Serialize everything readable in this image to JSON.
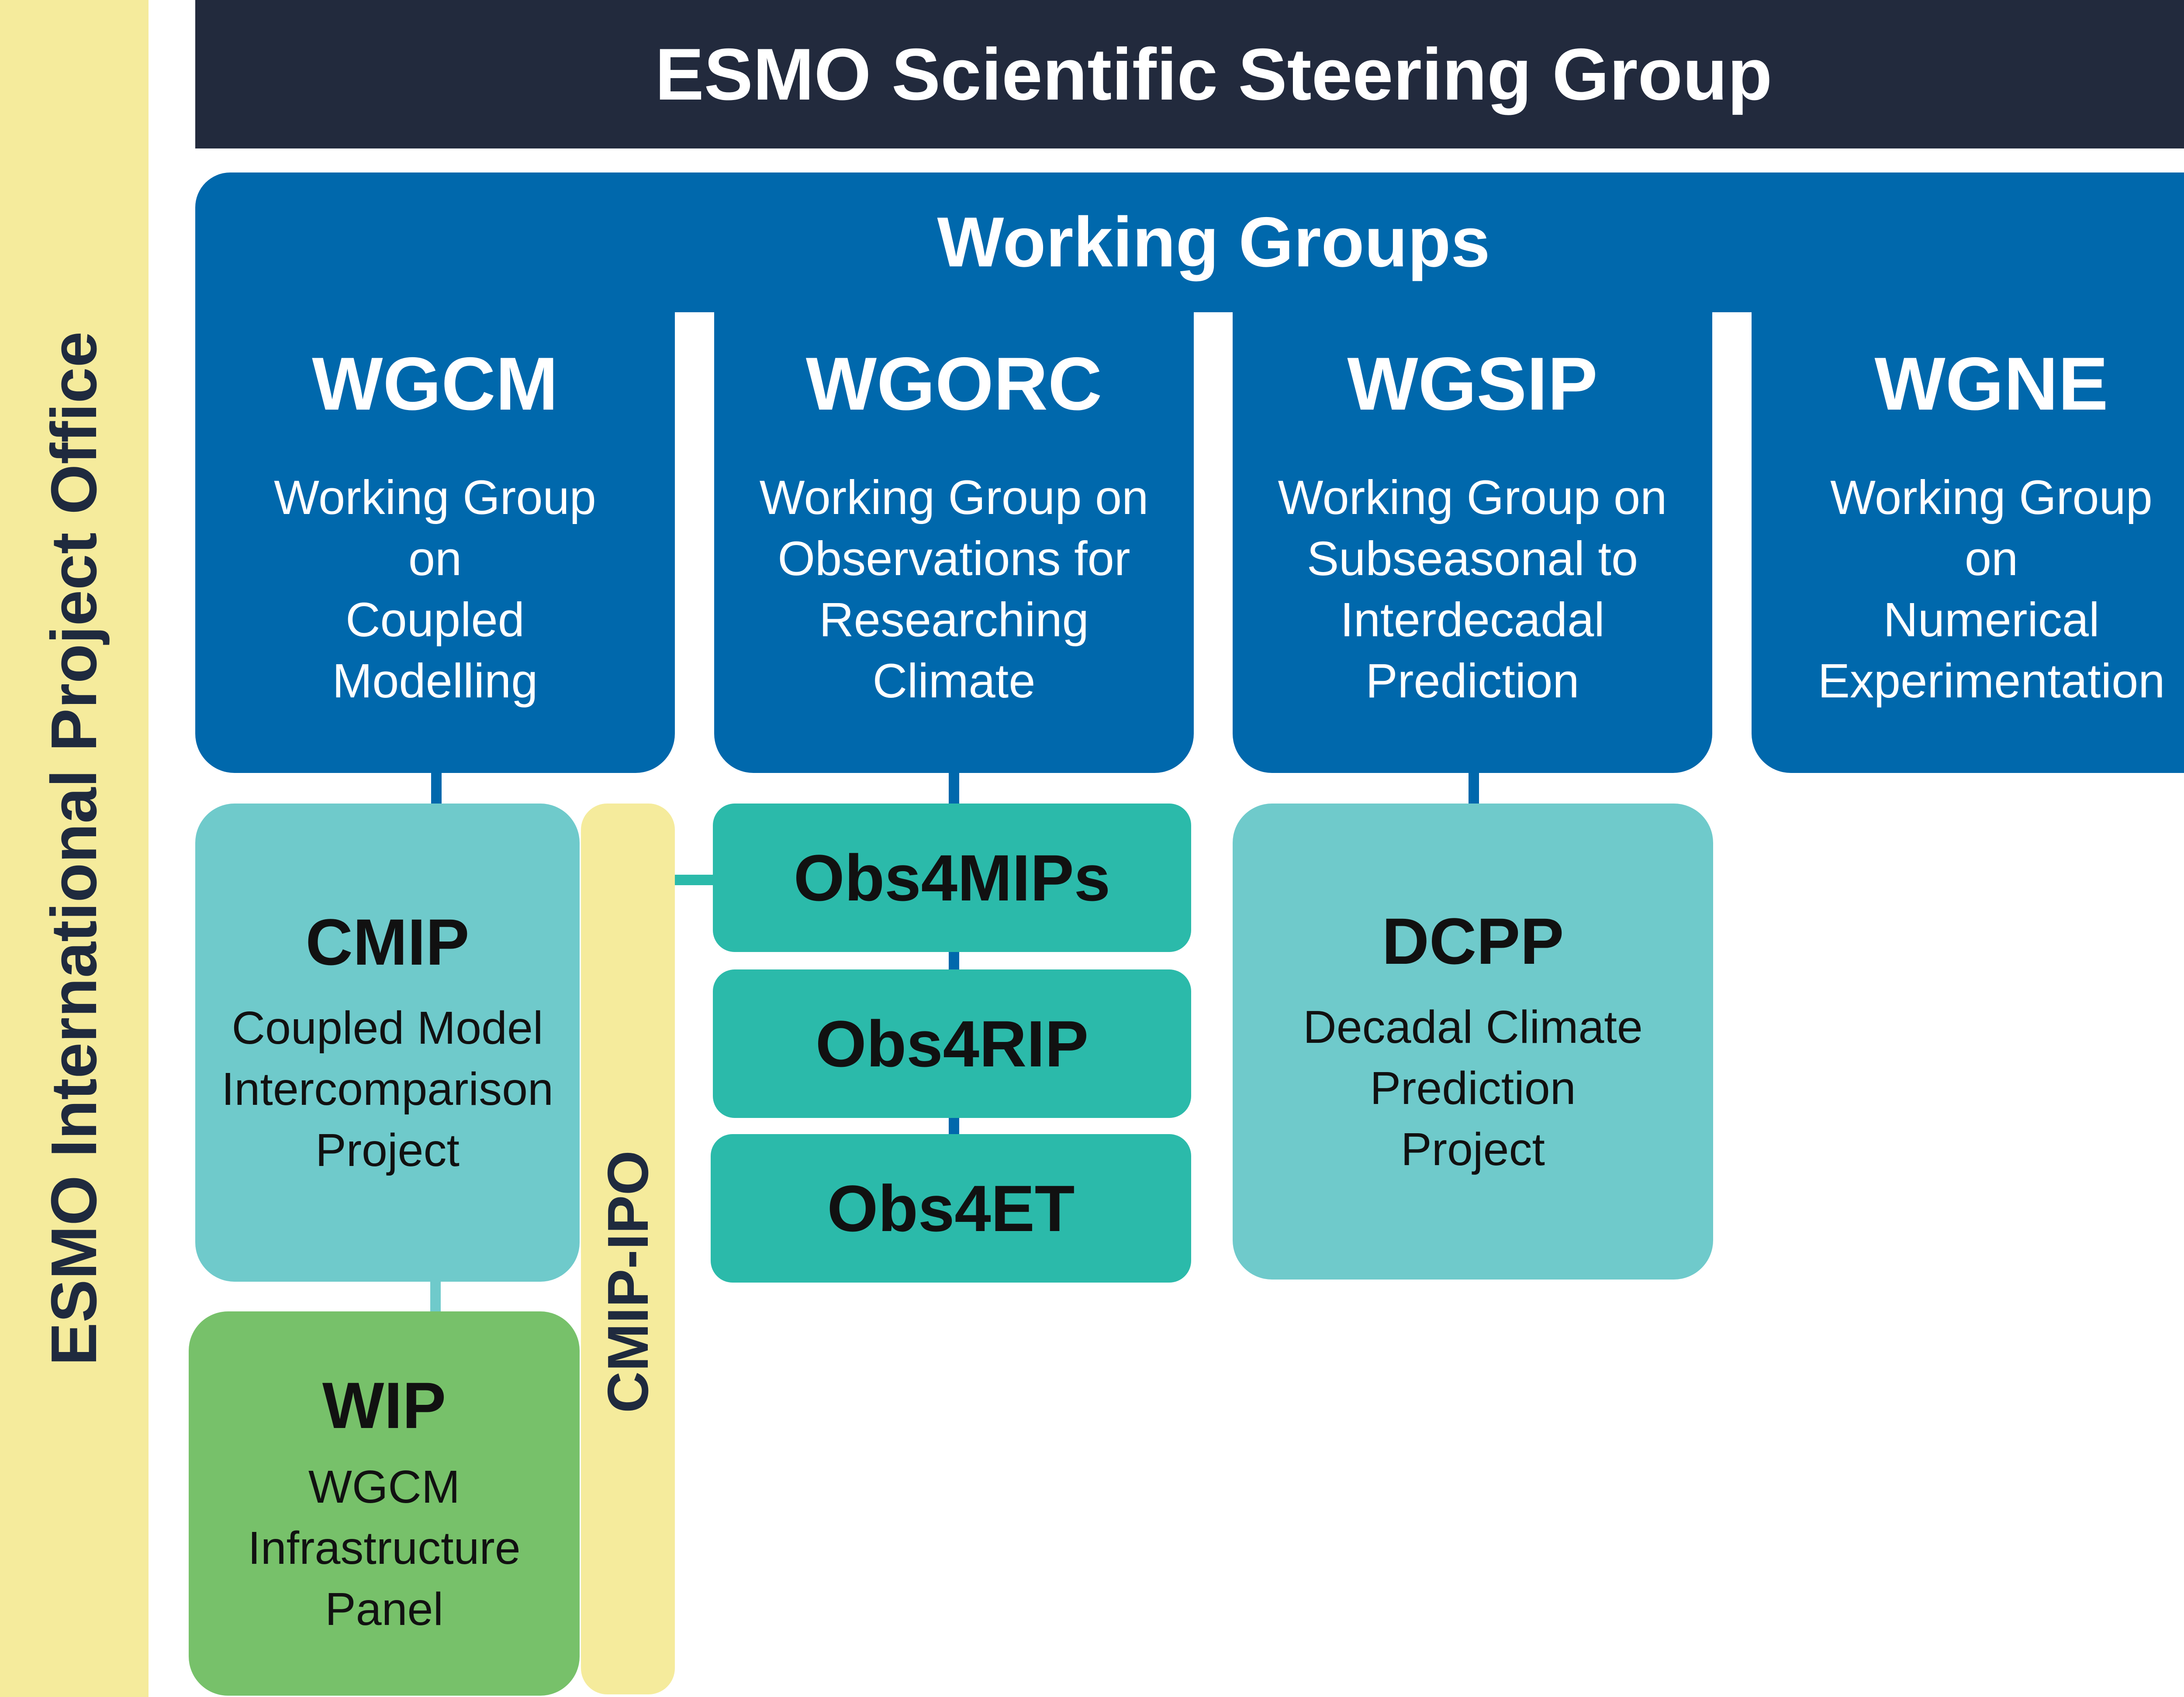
{
  "ipo": {
    "label": "ESMO International Project Office"
  },
  "steering_group": {
    "title": "ESMO Scientific Steering Group"
  },
  "working_groups": {
    "title": "Working Groups",
    "groups": [
      {
        "abbr": "WGCM",
        "full": "Working Group\non\nCoupled\nModelling"
      },
      {
        "abbr": "WGORC",
        "full": "Working Group on\nObservations for\nResearching\nClimate"
      },
      {
        "abbr": "WGSIP",
        "full": "Working Group on\nSubseasonal to\nInterdecadal\nPrediction"
      },
      {
        "abbr": "WGNE",
        "full": "Working Group\non\nNumerical\nExperimentation"
      }
    ]
  },
  "cmip": {
    "abbr": "CMIP",
    "full": "Coupled Model\nIntercomparison\nProject"
  },
  "wip": {
    "abbr": "WIP",
    "full": "WGCM\nInfrastructure\nPanel"
  },
  "cmip_ipo": {
    "label": "CMIP-IPO"
  },
  "obs": [
    "Obs4MIPs",
    "Obs4RIP",
    "Obs4ET"
  ],
  "dcpp": {
    "abbr": "DCPP",
    "full": "Decadal Climate\nPrediction\nProject"
  },
  "colors": {
    "navy": "#222a3d",
    "blue": "#0068ac",
    "yellow": "#f5eb9c",
    "light_teal": "#6fcacb",
    "teal": "#2bbaaa",
    "green": "#77c16a"
  }
}
